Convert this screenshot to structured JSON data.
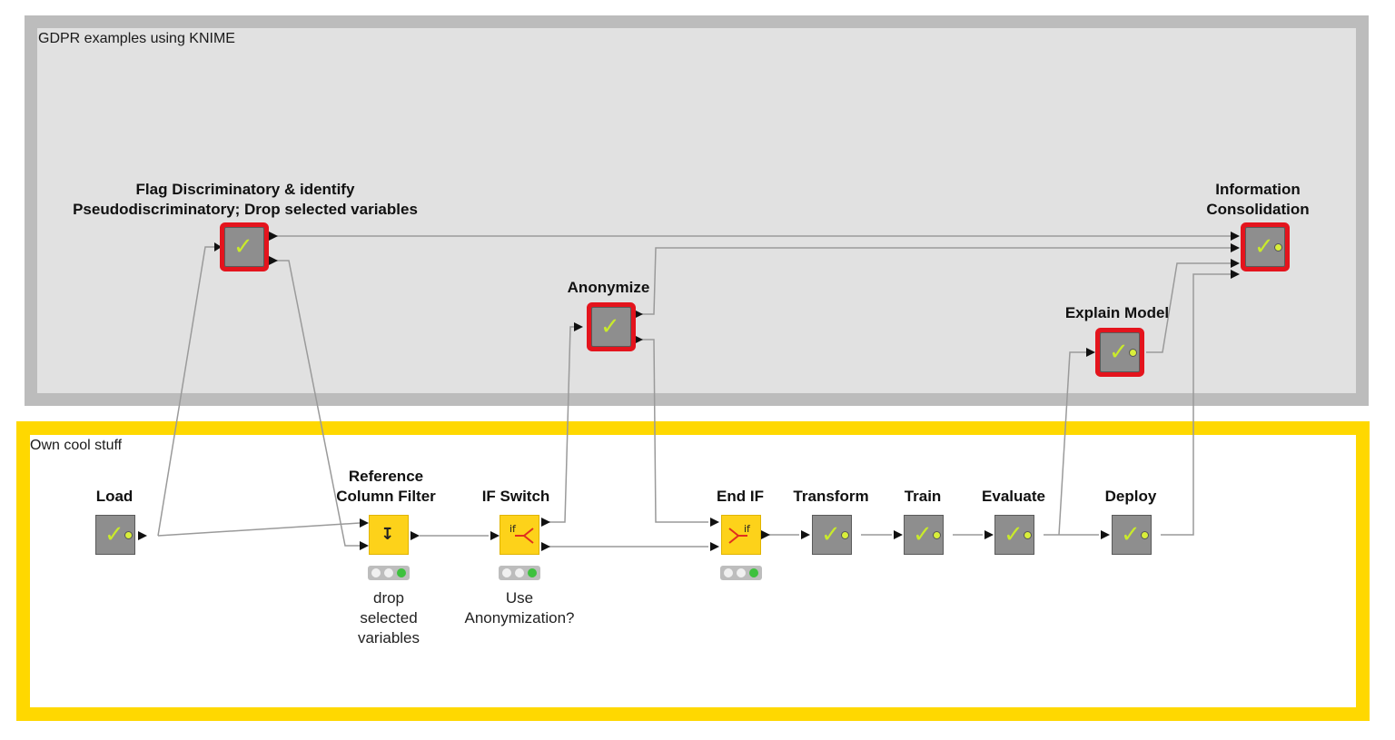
{
  "annotations": {
    "gdpr_title": "GDPR examples using KNIME",
    "own_title": "Own cool stuff"
  },
  "colors": {
    "gdpr_border": "#bcbcbc",
    "gdpr_fill": "#e1e1e1",
    "own_border": "#ffd800",
    "highlight": "#e4141d",
    "node_gray": "#8e8e8e",
    "node_yellow": "#fdd21a",
    "check": "#c9ea2b"
  },
  "nodes": {
    "flag": {
      "label_line1": "Flag Discriminatory & identify",
      "label_line2": "Pseudodiscriminatory; Drop selected variables",
      "icon": "check-icon"
    },
    "info": {
      "label_line1": "Information",
      "label_line2": "Consolidation",
      "icon": "check-icon"
    },
    "anonymize": {
      "label": "Anonymize",
      "icon": "check-icon"
    },
    "explain": {
      "label": "Explain Model",
      "icon": "check-icon"
    },
    "load": {
      "label": "Load",
      "icon": "check-icon"
    },
    "refcol": {
      "label_line1": "Reference",
      "label_line2": "Column Filter",
      "desc_line1": "drop",
      "desc_line2": "selected",
      "desc_line3": "variables",
      "icon": "column-filter-icon"
    },
    "ifswitch": {
      "label": "IF Switch",
      "desc_line1": "Use",
      "desc_line2": "Anonymization?",
      "icon": "if-switch-icon"
    },
    "endif": {
      "label": "End IF",
      "icon": "end-if-icon"
    },
    "transform": {
      "label": "Transform",
      "icon": "check-icon"
    },
    "train": {
      "label": "Train",
      "icon": "check-icon"
    },
    "evaluate": {
      "label": "Evaluate",
      "icon": "check-icon"
    },
    "deploy": {
      "label": "Deploy",
      "icon": "check-icon"
    }
  },
  "glyphs": {
    "check": "✓",
    "if_mark": "if"
  }
}
